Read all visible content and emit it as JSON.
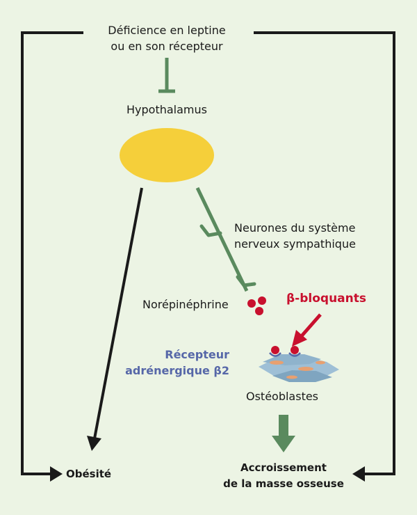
{
  "labels": {
    "deficiency_line1": "Déficience en leptine",
    "deficiency_line2": "ou en son récepteur",
    "hypothalamus": "Hypothalamus",
    "neurons_line1": "Neurones du système",
    "neurons_line2": "nerveux sympathique",
    "norepinephrine": "Norépinéphrine",
    "beta_blockers": "β-bloquants",
    "receptor_line1": "Récepteur",
    "receptor_line2": "adrénergique β2",
    "osteoblasts": "Ostéoblastes",
    "obesity": "Obésité",
    "bone_line1": "Accroissement",
    "bone_line2": "de la masse osseuse"
  },
  "colors": {
    "background": "#ecf4e4",
    "hypothalamus": "#f5cf3a",
    "inhibition": "#5a8a5e",
    "arrow": "#1a1a1a",
    "norepinephrine_dots": "#c8102e",
    "beta_blockers": "#c8102e",
    "receptor_text": "#5667a8",
    "osteoblast_cells": "#8fb3cc",
    "osteoblast_nucleus": "#e8a070"
  }
}
